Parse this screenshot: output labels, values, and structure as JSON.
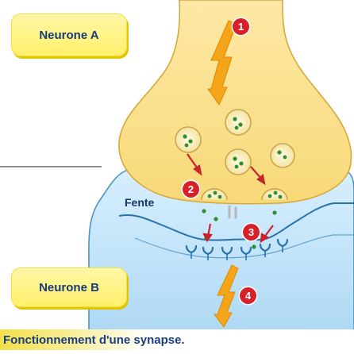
{
  "labels": {
    "neurone_a": "Neurone A",
    "neurone_b": "Neurone B",
    "fente": "Fente"
  },
  "steps": [
    "1",
    "2",
    "3",
    "4"
  ],
  "caption": "Fonctionnement d'une synapse.",
  "colors": {
    "card": "#ffef6a",
    "presynaptic": "#fbe28e",
    "postsynaptic": "#bfe2f6",
    "vesicle_green": "#2f8f2f",
    "step_red": "#d7202a",
    "arrow_orange": "#f5a51a",
    "caption_text": "#1b3d83"
  }
}
